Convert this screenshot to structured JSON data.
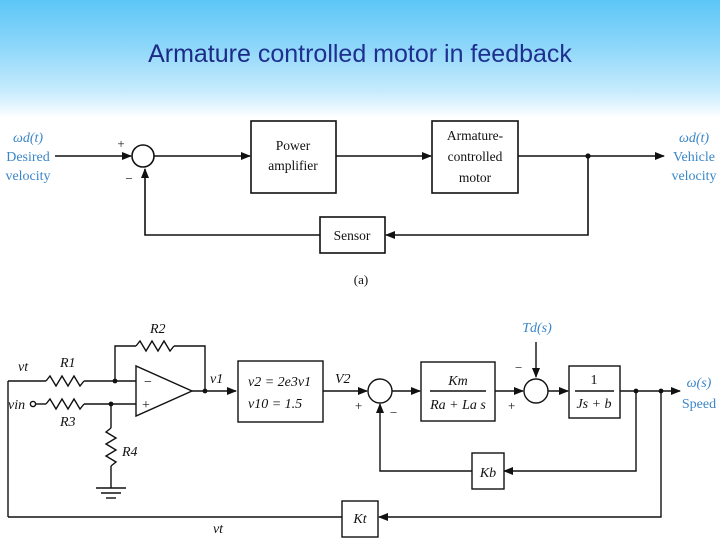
{
  "title_part1": "Armature",
  "title_part2": " controlled motor in feedback",
  "fig_a": {
    "input_symbol": "ωd(t)",
    "input_label_1": "Desired",
    "input_label_2": "velocity",
    "output_symbol": "ωd(t)",
    "output_label_1": "Vehicle",
    "output_label_2": "velocity",
    "sum_plus": "+",
    "sum_minus": "−",
    "amp_line1": "Power",
    "amp_line2": "amplifier",
    "motor_line1": "Armature-",
    "motor_line2": "controlled",
    "motor_line3": "motor",
    "sensor": "Sensor",
    "caption": "(a)"
  },
  "fig_b": {
    "vt": "vt",
    "vin": "vin",
    "R1": "R1",
    "R2": "R2",
    "R3": "R3",
    "R4": "R4",
    "op_minus": "−",
    "op_plus": "+",
    "v1": "v1",
    "nl_line1": "v2 = 2e3v1",
    "nl_line2": "v10 = 1.5",
    "V2": "V2",
    "sum1_plus": "+",
    "sum1_minus": "−",
    "tf_num": "Km",
    "tf_den": "Ra + La s",
    "Td": "Td(s)",
    "sum2_minus": "−",
    "sum2_plus": "+",
    "mech_num": "1",
    "mech_den": "Js + b",
    "output_symbol": "ω(s)",
    "output_label": "Speed",
    "Kb": "Kb",
    "Kt": "Kt",
    "vt_bottom": "vt"
  },
  "colors": {
    "title": "#1f2f8f",
    "label_blue": "#3a86c9",
    "band_top": "#5cc6f7"
  }
}
